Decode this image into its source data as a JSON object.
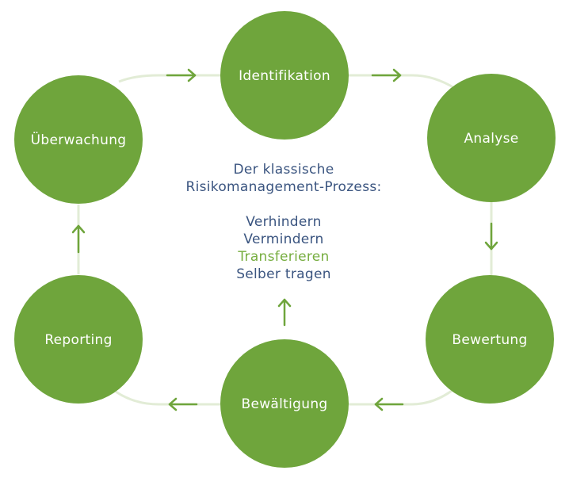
{
  "colors": {
    "node": "#6fa53c",
    "connector": "#e2ecd6",
    "arrow": "#6fa53c",
    "text_blue": "#3b5580",
    "text_green": "#76ad3f"
  },
  "nodes": {
    "identifikation": "Identifikation",
    "analyse": "Analyse",
    "bewertung": "Bewertung",
    "bewaeltigung": "Bewältigung",
    "reporting": "Reporting",
    "ueberwachung": "Überwachung"
  },
  "center": {
    "title_line1": "Der klassische",
    "title_line2": "Risikomanagement-Prozess:",
    "options": [
      "Verhindern",
      "Vermindern",
      "Transferieren",
      "Selber tragen"
    ]
  }
}
